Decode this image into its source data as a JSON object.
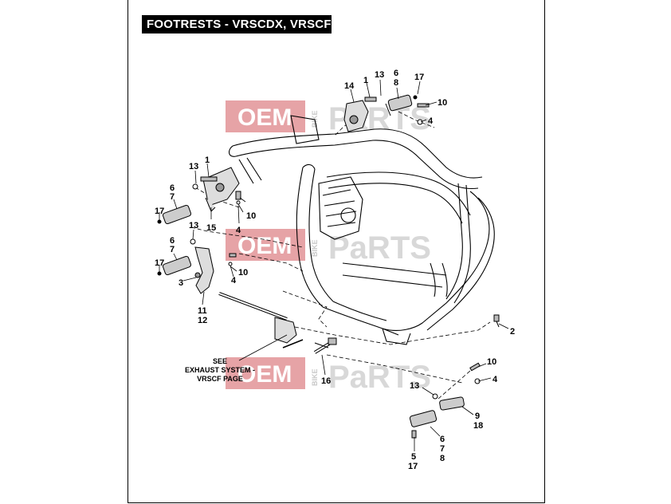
{
  "title": "FOOTRESTS - VRSCDX, VRSCF",
  "watermark": {
    "left": "OEM",
    "middle": "BIKE",
    "right": "PaRTS",
    "color": "#e6a3a6"
  },
  "note": {
    "line1": "SEE",
    "line2": "EXHAUST SYSTEM -",
    "line3": "VRSCF PAGE"
  },
  "callouts": {
    "a14": "14",
    "a1": "1",
    "a13": "13",
    "a6": "6",
    "a8": "8",
    "a17": "17",
    "a10": "10",
    "a4": "4",
    "b13": "13",
    "b1": "1",
    "b6": "6",
    "b7": "7",
    "b17": "17",
    "b15": "15",
    "b10": "10",
    "b4": "4",
    "c13": "13",
    "c6": "6",
    "c7": "7",
    "c17": "17",
    "c3": "3",
    "c10": "10",
    "c4": "4",
    "c11": "11",
    "c12": "12",
    "d2": "2",
    "d16": "16",
    "e10": "10",
    "e4": "4",
    "e13": "13",
    "e9": "9",
    "e18": "18",
    "e6": "6",
    "e7": "7",
    "e8": "8",
    "e5": "5",
    "e17": "17"
  }
}
